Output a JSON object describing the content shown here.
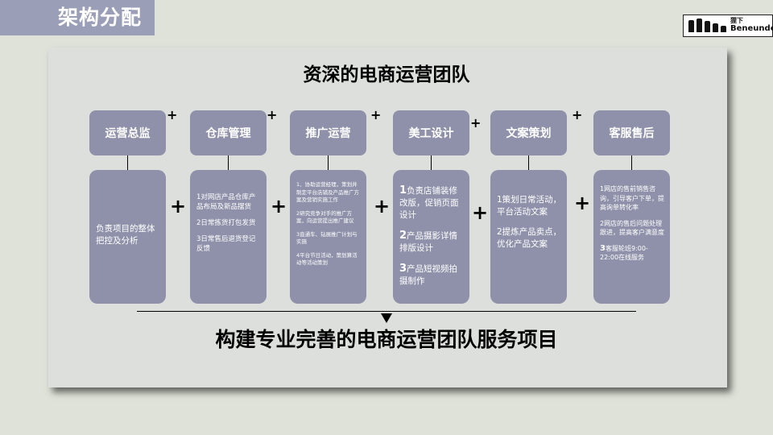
{
  "page": {
    "title": "架构分配",
    "headline": "资深的电商运营团队",
    "footer": "构建专业完善的电商运营团队服务项目"
  },
  "logo": {
    "sub": "狸下",
    "name": "Beneunder"
  },
  "connector": "+",
  "colors": {
    "background": "#dfe2d9",
    "title_bar": "#9a9fb7",
    "card": "#dcdfdc",
    "block": "#8e91a9",
    "text_on_block": "#ffffff"
  },
  "columns": [
    {
      "title": "运营总监",
      "items": [
        "负责项目的整体把控及分析"
      ]
    },
    {
      "title": "仓库管理",
      "items": [
        "1对网店产品仓库产品布局及新品摆货",
        "2日常拣货打包发货",
        "3日常售后退货登记反馈"
      ]
    },
    {
      "title": "推广运营",
      "items": [
        "1、协助运营经理，策划并制定平台店铺及产品推广方案及营销实施工作",
        "2研究竞争对手的推广方案，向运营提出推广建议",
        "3直通车、钻展推广计划与实施",
        "4平台节日活动，策划算活动等活动策划"
      ]
    },
    {
      "title": "美工设计",
      "items": [
        {
          "num": "1",
          "text": "负责店铺装修改版，促销页面设计"
        },
        {
          "num": "2",
          "text": "产品摄影详情排版设计"
        },
        {
          "num": "3",
          "text": "产品短视频拍摄制作"
        }
      ]
    },
    {
      "title": "文案策划",
      "items": [
        "1策划日常活动，平台活动文案",
        "2提炼产品卖点，优化产品文案"
      ]
    },
    {
      "title": "客服售后",
      "items": [
        {
          "num": "",
          "text": "1网店的售前销售咨询，引导客户下单，提高询单转化率"
        },
        {
          "num": "",
          "text": "2网店的售后问题处理跟进，提高客户满意度"
        },
        {
          "num": "3",
          "text": "客服轮班9:00-22:00在线服务"
        }
      ]
    }
  ]
}
